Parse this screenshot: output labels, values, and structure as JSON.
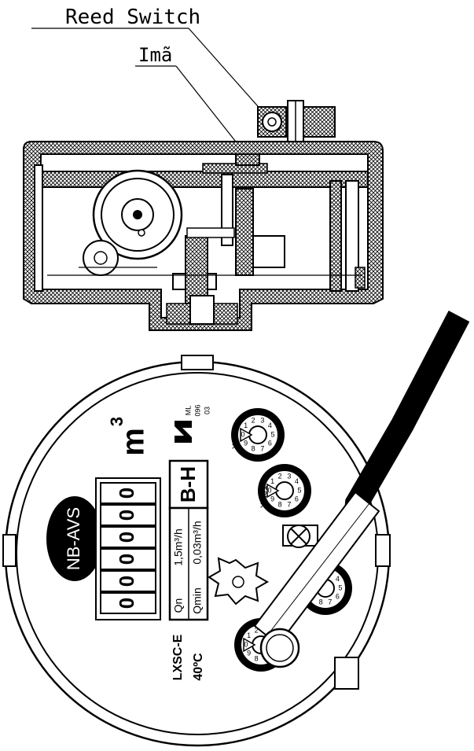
{
  "top_view": {
    "callouts": [
      {
        "id": "reed",
        "label": "Reed Switch"
      },
      {
        "id": "magnet",
        "label": "Imã"
      }
    ]
  },
  "meter_face": {
    "brand": "NB-AVS",
    "odometer_digits": [
      "0",
      "0",
      "0",
      "0",
      "0",
      "0"
    ],
    "unit": "m",
    "unit_exponent": "3",
    "class_label": "B-H",
    "qn_label": "Qn",
    "qn_value": "1,5m³/h",
    "qmin_label": "Qmin",
    "qmin_value": "0,03m³/h",
    "model": "LXSC-E",
    "temperature": "40ºC",
    "approval_mark": {
      "lines": [
        "ML",
        "096",
        "03"
      ]
    },
    "dials": [
      {
        "multiplier": "X0.1",
        "digits": [
          "0",
          "1",
          "2",
          "3",
          "4",
          "5",
          "6",
          "7",
          "8",
          "9"
        ]
      },
      {
        "multiplier": "X0.01",
        "digits": [
          "0",
          "1",
          "2",
          "3",
          "4",
          "5",
          "6",
          "7",
          "8",
          "9"
        ]
      },
      {
        "multiplier": "X",
        "digits": [
          "0",
          "1",
          "2",
          "3",
          "4",
          "5",
          "6",
          "7",
          "8",
          "9"
        ]
      },
      {
        "multiplier": "",
        "digits": [
          "0",
          "1",
          "2",
          "3",
          "4",
          "5",
          "6",
          "7",
          "8",
          "9"
        ]
      }
    ]
  },
  "colors": {
    "ink": "#000000",
    "paper": "#ffffff",
    "hatch": "#000000"
  }
}
